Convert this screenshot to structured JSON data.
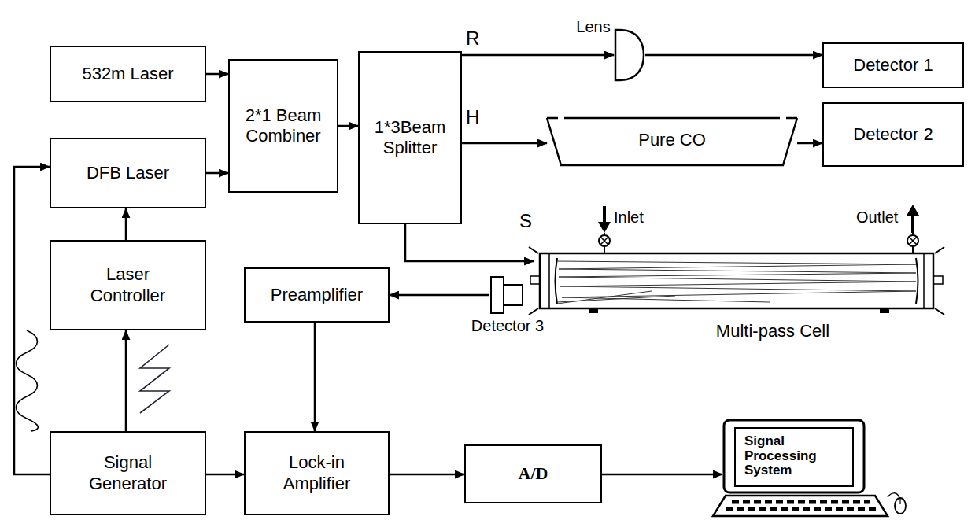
{
  "diagram": {
    "nodes": [
      {
        "text": [
          "532m Laser"
        ]
      },
      {
        "text": [
          "DFB Laser"
        ]
      },
      {
        "text": [
          "2*1 Beam Combiner"
        ]
      },
      {
        "text": [
          "1*3Beam Splitter"
        ]
      },
      {
        "text": [
          "Lens"
        ]
      },
      {
        "text": [
          "Detector 1"
        ]
      },
      {
        "text": [
          "Pure CO"
        ]
      },
      {
        "text": [
          "Detector 2"
        ]
      },
      {
        "text": [
          "Multi-pass Cell"
        ]
      },
      {
        "text": [
          "Detector 3"
        ]
      },
      {
        "text": [
          "Laser Controller"
        ]
      },
      {
        "text": [
          "Preamplifier"
        ]
      },
      {
        "text": [
          "Signal Generator"
        ]
      },
      {
        "text": [
          "Lock-in Amplifier"
        ]
      },
      {
        "text": [
          "A/D"
        ]
      },
      {
        "text": [
          "Signal Processing System"
        ]
      }
    ],
    "edges": [
      {
        "from": 0,
        "to": 2,
        "arrow": "to"
      },
      {
        "from": 1,
        "to": 2,
        "arrow": "to"
      },
      {
        "from": 2,
        "to": 3,
        "arrow": "to"
      },
      {
        "from": 3,
        "to": 4,
        "label": "R",
        "arrow": "to"
      },
      {
        "from": 4,
        "to": 5,
        "arrow": "to"
      },
      {
        "from": 3,
        "to": 6,
        "label": "H",
        "arrow": "to"
      },
      {
        "from": 6,
        "to": 7,
        "arrow": "to"
      },
      {
        "from": 3,
        "to": 8,
        "label": "S",
        "arrow": "to"
      },
      {
        "from": 9,
        "to": 11,
        "arrow": "to"
      },
      {
        "from": 11,
        "to": 13,
        "arrow": "to"
      },
      {
        "from": 12,
        "to": 13,
        "arrow": "to"
      },
      {
        "from": 13,
        "to": 14,
        "arrow": "to"
      },
      {
        "from": 14,
        "to": 15,
        "arrow": "to"
      },
      {
        "from": 12,
        "to": 10,
        "arrow": "to"
      },
      {
        "from": 10,
        "to": 1,
        "arrow": "to"
      },
      {
        "from": 12,
        "to": 1,
        "arrow": "to"
      }
    ],
    "labels": [
      "Inlet",
      "Outlet"
    ]
  }
}
